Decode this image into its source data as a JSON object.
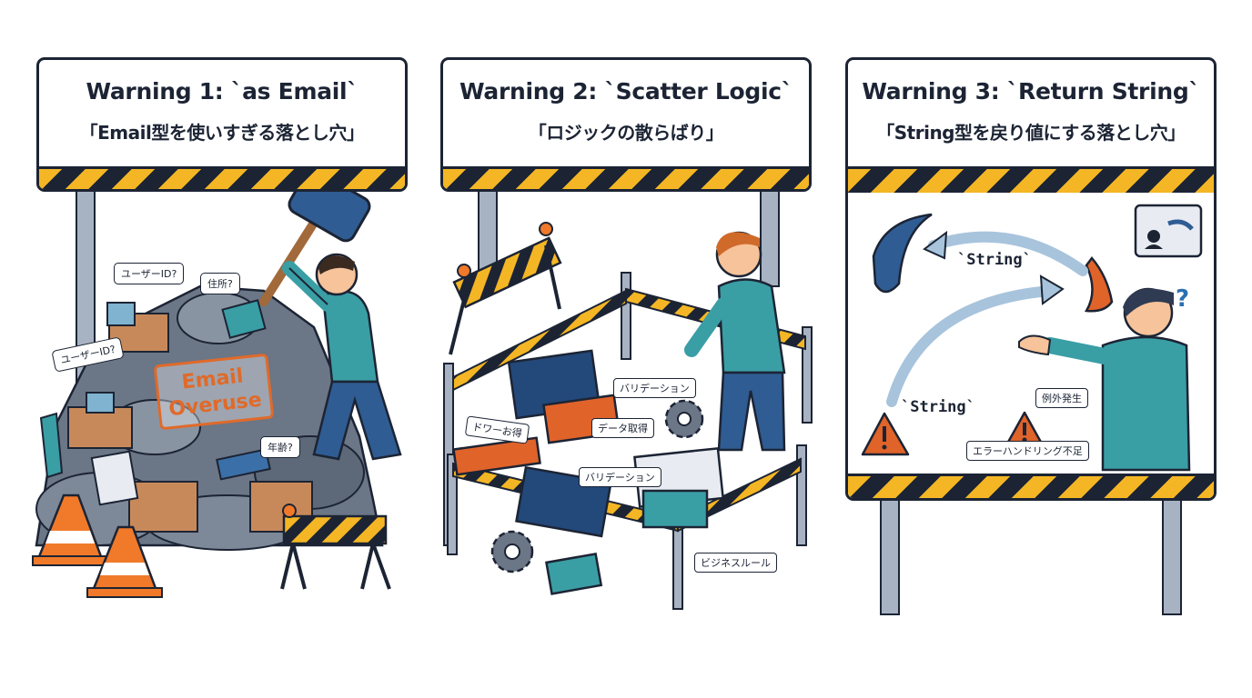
{
  "panels": [
    {
      "title": "Warning 1: `as Email`",
      "subtitle": "「Email型を使いすぎる落とし穴」",
      "stamp_line1": "Email",
      "stamp_line2": "Overuse",
      "bubbles": [
        "ユーザーID?",
        "住所?",
        "ユーザーID?",
        "年齢?"
      ]
    },
    {
      "title": "Warning 2: `Scatter Logic`",
      "subtitle": "「ロジックの散らばり」",
      "labels": [
        "バリデーション",
        "データ取得",
        "ドワーお得",
        "バリデーション",
        "ビジネスルール"
      ]
    },
    {
      "title": "Warning 3: `Return String`",
      "subtitle": "「String型を戻り値にする落とし穴」",
      "code_labels": [
        "`String`",
        "`String`"
      ],
      "labels": [
        "例外発生",
        "エラーハンドリング不足"
      ],
      "question_mark": "?"
    }
  ],
  "icons": {
    "hammer": "hammer-icon",
    "cone": "traffic-cone-icon",
    "gear": "gear-icon",
    "boomerang": "boomerang-icon",
    "warning": "warning-triangle-icon",
    "barrier": "barricade-icon"
  },
  "colors": {
    "navy": "#1c2434",
    "stripe_yellow": "#f4b624",
    "orange": "#e06a2a",
    "teal": "#3a9ea5",
    "blue": "#2b6fb3",
    "pole": "#a7b2c2"
  }
}
